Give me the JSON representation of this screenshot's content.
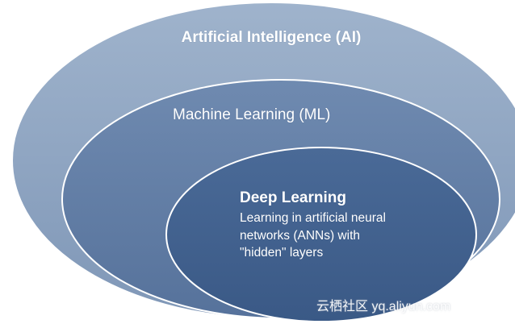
{
  "diagram": {
    "ai_label": "Artificial Intelligence (AI)",
    "ml_label": "Machine Learning (ML)",
    "dl_label": "Deep Learning",
    "dl_description_lines": [
      "Learning in artificial neural",
      "networks (ANNs) with",
      "\"hidden\" layers"
    ]
  },
  "watermark": "云栖社区 yq.aliyun.com",
  "colors": {
    "outer_ellipse": "#8aa2c0",
    "middle_ellipse": "#617ea6",
    "inner_ellipse": "#3f5f8c",
    "text": "#ffffff"
  }
}
